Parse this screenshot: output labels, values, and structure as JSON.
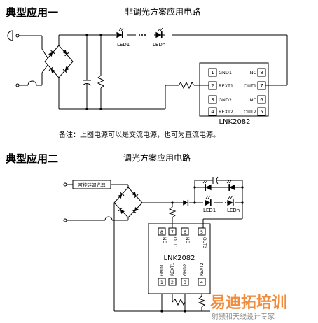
{
  "section1": {
    "heading": "典型应用一",
    "subtitle": "非调光方案应用电路",
    "led_first": "LED1",
    "led_last": "LEDn",
    "chip_name": "LNK2082",
    "pins": [
      {
        "num": "1",
        "name": "GND1"
      },
      {
        "num": "2",
        "name": "REXT1"
      },
      {
        "num": "3",
        "name": "GND2"
      },
      {
        "num": "4",
        "name": "REXT2"
      },
      {
        "num": "8",
        "name": "NC"
      },
      {
        "num": "7",
        "name": "OUT1"
      },
      {
        "num": "6",
        "name": "NC"
      },
      {
        "num": "5",
        "name": "OUT2"
      }
    ],
    "note": "备注：上图电源可以是交流电源，也可为直流电源。"
  },
  "section2": {
    "heading": "典型应用二",
    "subtitle": "调光方案应用电路",
    "dimmer_label": "可控硅调光器",
    "led_first": "LED1",
    "led_last": "LEDn",
    "chip_name": "LNK2082",
    "pins": [
      {
        "num": "8",
        "name": "NC"
      },
      {
        "num": "7",
        "name": "OUT1"
      },
      {
        "num": "6",
        "name": "NC"
      },
      {
        "num": "5",
        "name": "OUT2"
      },
      {
        "num": "1",
        "name": "GND1"
      },
      {
        "num": "2",
        "name": "REXT1"
      },
      {
        "num": "3",
        "name": "GND2"
      },
      {
        "num": "4",
        "name": "REXT2"
      }
    ]
  },
  "watermark": {
    "brand": "易迪拓培训",
    "tagline": "射频和天线设计专家"
  }
}
